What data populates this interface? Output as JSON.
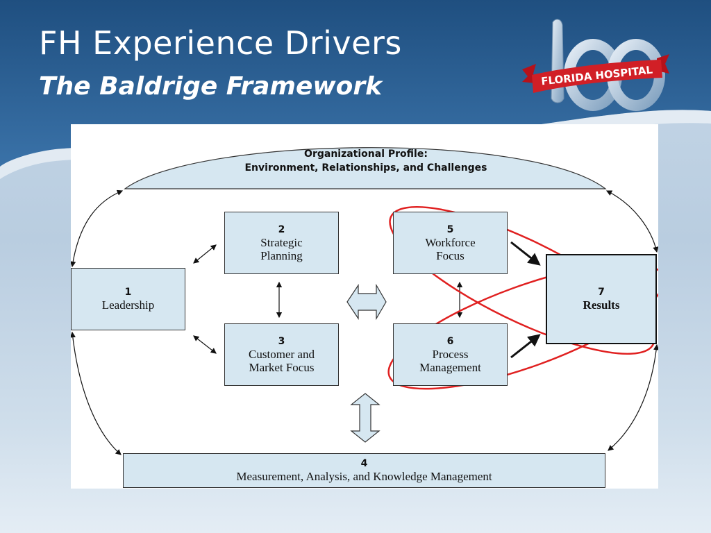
{
  "slide": {
    "title": "FH Experience Drivers",
    "subtitle": "The Baldrige Framework"
  },
  "logo": {
    "number": "100",
    "banner_text": "FLORIDA HOSPITAL"
  },
  "diagram": {
    "profile": {
      "line1": "Organizational Profile:",
      "line2": "Environment, Relationships, and Challenges"
    },
    "boxes": {
      "leadership": {
        "num": "1",
        "label": "Leadership"
      },
      "strategic": {
        "num": "2",
        "label": "Strategic\nPlanning"
      },
      "customer": {
        "num": "3",
        "label": "Customer and\nMarket Focus"
      },
      "measurement": {
        "num": "4",
        "label": "Measurement, Analysis, and Knowledge Management"
      },
      "workforce": {
        "num": "5",
        "label": "Workforce\nFocus"
      },
      "process": {
        "num": "6",
        "label": "Process\nManagement"
      },
      "results": {
        "num": "7",
        "label": "Results"
      }
    },
    "colors": {
      "box_fill": "#d6e7f1",
      "highlight_ellipse": "#e02020",
      "header_blue": "#2a5d8f"
    }
  }
}
